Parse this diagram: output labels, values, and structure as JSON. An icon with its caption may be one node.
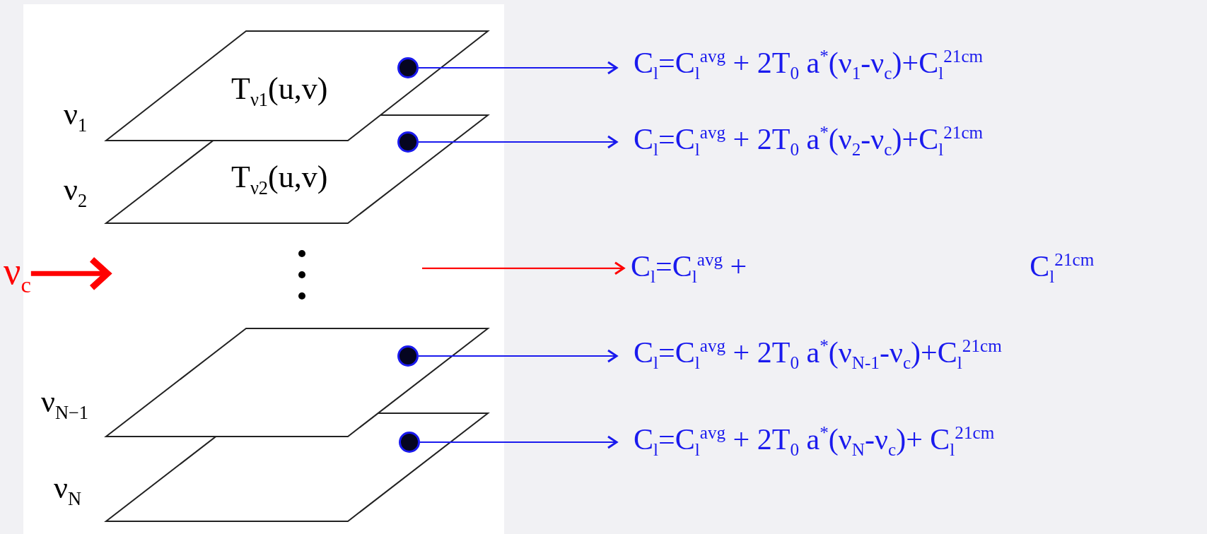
{
  "diagram": {
    "nodes": [
      {
        "text": [
          "T$_{ν1}$(u,v)"
        ],
        "beside": [
          "ν$_{1}$"
        ]
      },
      {
        "text": [
          "T$_{ν2}$(u,v)"
        ],
        "beside": [
          "ν$_{2}$"
        ]
      },
      {
        "text": [],
        "shape": "parallelogram",
        "beside": [
          "ν$_{N−1}$"
        ]
      },
      {
        "text": [],
        "shape": "parallelogram",
        "beside": [
          "ν$_{N}$"
        ]
      },
      {
        "text": [],
        "shape": "circle",
        "in": 0
      },
      {
        "text": [],
        "shape": "circle",
        "in": 1
      },
      {
        "text": [],
        "shape": "circle",
        "in": 2
      },
      {
        "text": [],
        "shape": "circle",
        "in": 3
      },
      {
        "text": [
          "ν$_{c}$"
        ]
      },
      {
        "text": [
          "C$_{l}$=C$_{l}$$^{avg}$ + 2T$_{0}$ a$^{*}$(ν$_{1}$-ν$_{c}$)+C$_{l}$$^{21cm}$"
        ]
      },
      {
        "text": [
          "C$_{l}$=C$_{l}$$^{avg}$ + 2T$_{0}$ a$^{*}$(ν$_{2}$-ν$_{c}$)+C$_{l}$$^{21cm}$"
        ]
      },
      {
        "text": [
          "C$_{l}$=C$_{l}$$^{avg}$ +",
          "C$_{l}$$^{21cm}$"
        ]
      },
      {
        "text": [
          "C$_{l}$=C$_{l}$$^{avg}$ + 2T$_{0}$ a$^{*}$(ν$_{N-1}$-ν$_{c}$)+C$_{l}$$^{21cm}$"
        ]
      },
      {
        "text": [
          "C$_{l}$=C$_{l}$$^{avg}$ + 2T$_{0}$ a$^{*}$(ν$_{N}$-ν$_{c}$)+ C$_{l}$$^{21cm}$"
        ]
      }
    ],
    "edges": [
      {
        "from": 4,
        "to": 9,
        "arrow": "to"
      },
      {
        "from": 5,
        "to": 10,
        "arrow": "to"
      },
      {
        "from": 8,
        "to": null,
        "arrow": "to",
        "style": "thick",
        "color": "#ff0000"
      },
      {
        "from": null,
        "to": 11,
        "arrow": "to",
        "color": "#ff0000"
      },
      {
        "from": 6,
        "to": 12,
        "arrow": "to"
      },
      {
        "from": 7,
        "to": 13,
        "arrow": "to"
      }
    ]
  }
}
